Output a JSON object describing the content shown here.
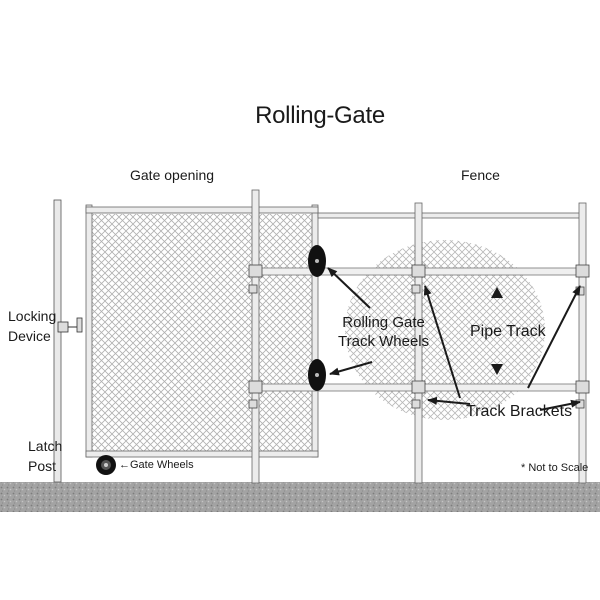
{
  "diagram": {
    "title": "Rolling-Gate",
    "sections": {
      "gate_opening": "Gate opening",
      "fence": "Fence"
    },
    "labels": {
      "locking_device_line1": "Locking",
      "locking_device_line2": "Device",
      "latch_post_line1": "Latch",
      "latch_post_line2": "Post",
      "track_wheels_line1": "Rolling Gate",
      "track_wheels_line2": "Track Wheels",
      "pipe_track": "Pipe Track",
      "track_brackets": "Track Brackets",
      "gate_wheels": "←Gate Wheels",
      "not_to_scale": "* Not to Scale"
    },
    "colors": {
      "line": "#1a1a1a",
      "pipe": "#9a9a9a",
      "mesh": "#b5b5b5",
      "ground": "#9e9e9e"
    }
  }
}
